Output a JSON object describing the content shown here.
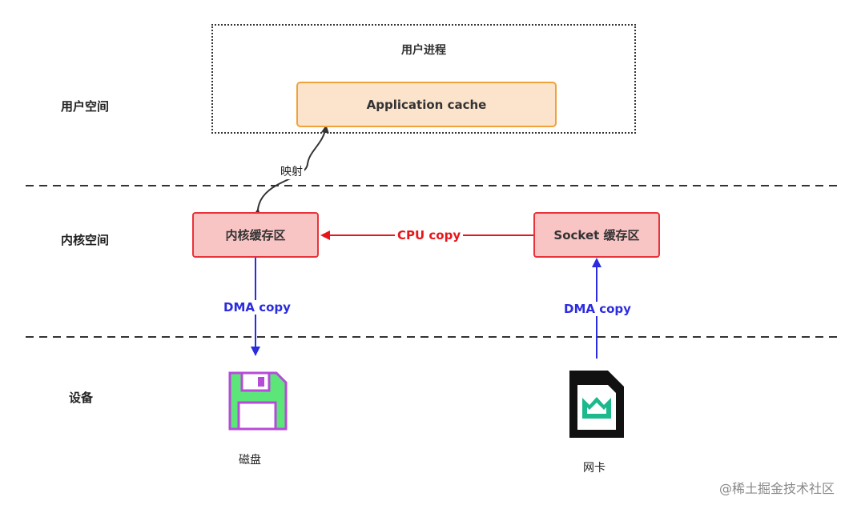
{
  "zones": {
    "user_space": "用户空间",
    "kernel_space": "内核空间",
    "device": "设备"
  },
  "nodes": {
    "user_process": "用户进程",
    "application_cache": "Application cache",
    "kernel_buffer": "内核缓存区",
    "socket_buffer": "Socket 缓存区"
  },
  "edges": {
    "mapping": "映射",
    "cpu_copy": "CPU copy",
    "dma_copy_left": "DMA copy",
    "dma_copy_right": "DMA copy"
  },
  "devices": {
    "disk_label": "磁盘",
    "nic_label": "网卡"
  },
  "watermark": "@稀土掘金技术社区",
  "colors": {
    "cpu_copy": "#e8151b",
    "dma_copy": "#2b2be0",
    "box_red_border": "#e8333a",
    "box_red_fill": "#f8c4c4",
    "box_orange_border": "#f0a23a",
    "box_orange_fill": "#fce3cc",
    "disk_green": "#5ce67a",
    "disk_purple": "#b64bd9",
    "nic_teal": "#1bb98c"
  },
  "icons": {
    "disk": "floppy-disk-icon",
    "nic": "network-card-icon"
  }
}
